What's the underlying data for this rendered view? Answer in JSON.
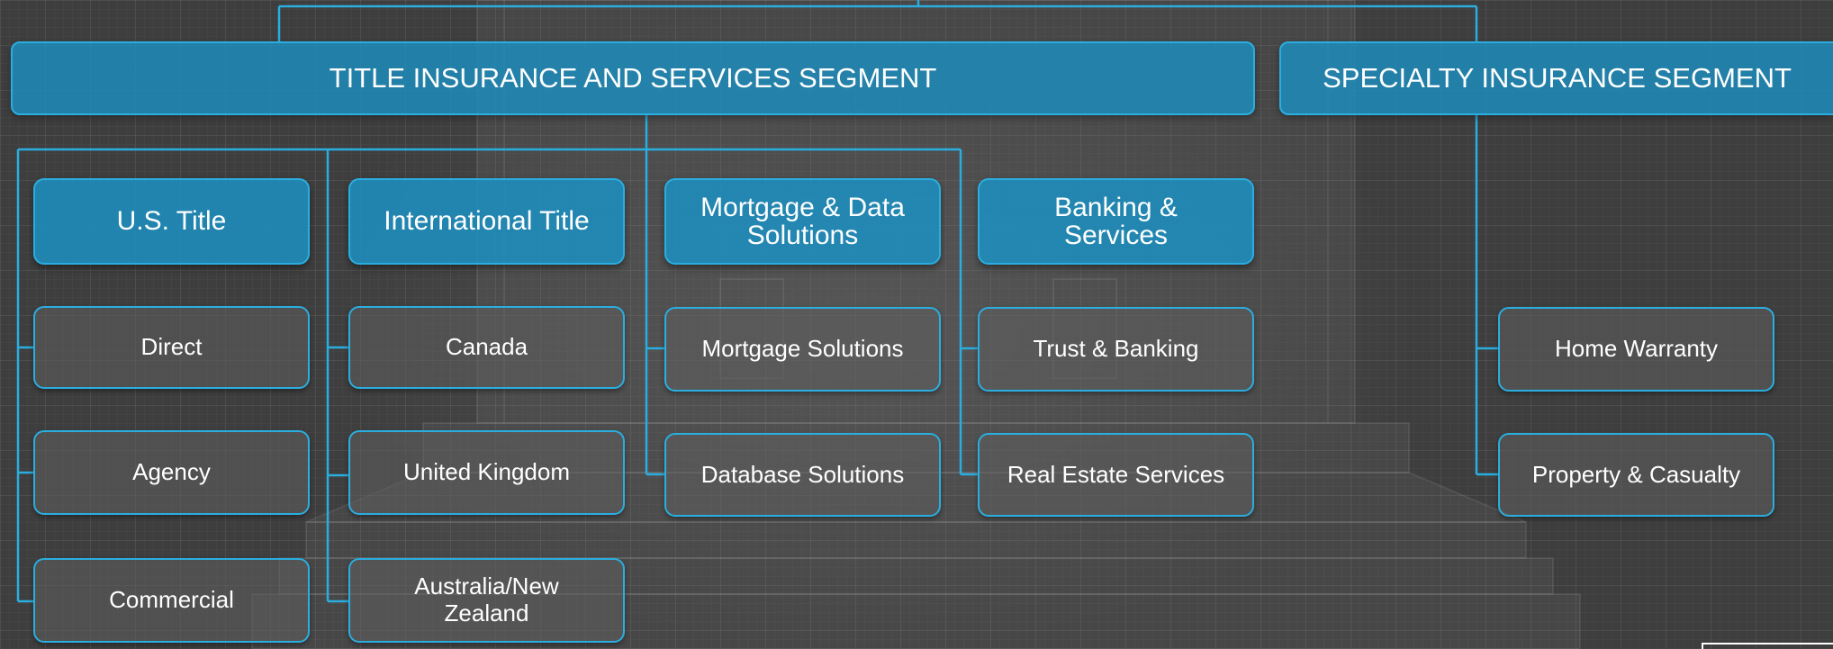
{
  "segments": {
    "title": "TITLE INSURANCE AND SERVICES SEGMENT",
    "specialty": "SPECIALTY INSURANCE SEGMENT"
  },
  "divisions": {
    "us_title": {
      "label": "U.S. Title",
      "items": [
        "Direct",
        "Agency",
        "Commercial"
      ]
    },
    "international_title": {
      "label": "International Title",
      "items": [
        "Canada",
        "United Kingdom",
        "Australia/New Zealand"
      ]
    },
    "mortgage_data": {
      "label": "Mortgage & Data Solutions",
      "items": [
        "Mortgage Solutions",
        "Database Solutions"
      ]
    },
    "banking_services": {
      "label": "Banking & Services",
      "items": [
        "Trust & Banking",
        "Real Estate Services"
      ]
    },
    "specialty": {
      "items": [
        "Home Warranty",
        "Property & Casualty"
      ]
    }
  },
  "colors": {
    "accent": "#2aaee0",
    "segment_fill": "#1c8ebe",
    "item_fill": "#5f5f5f",
    "background": "#3e3e3e",
    "text": "#ffffff"
  }
}
